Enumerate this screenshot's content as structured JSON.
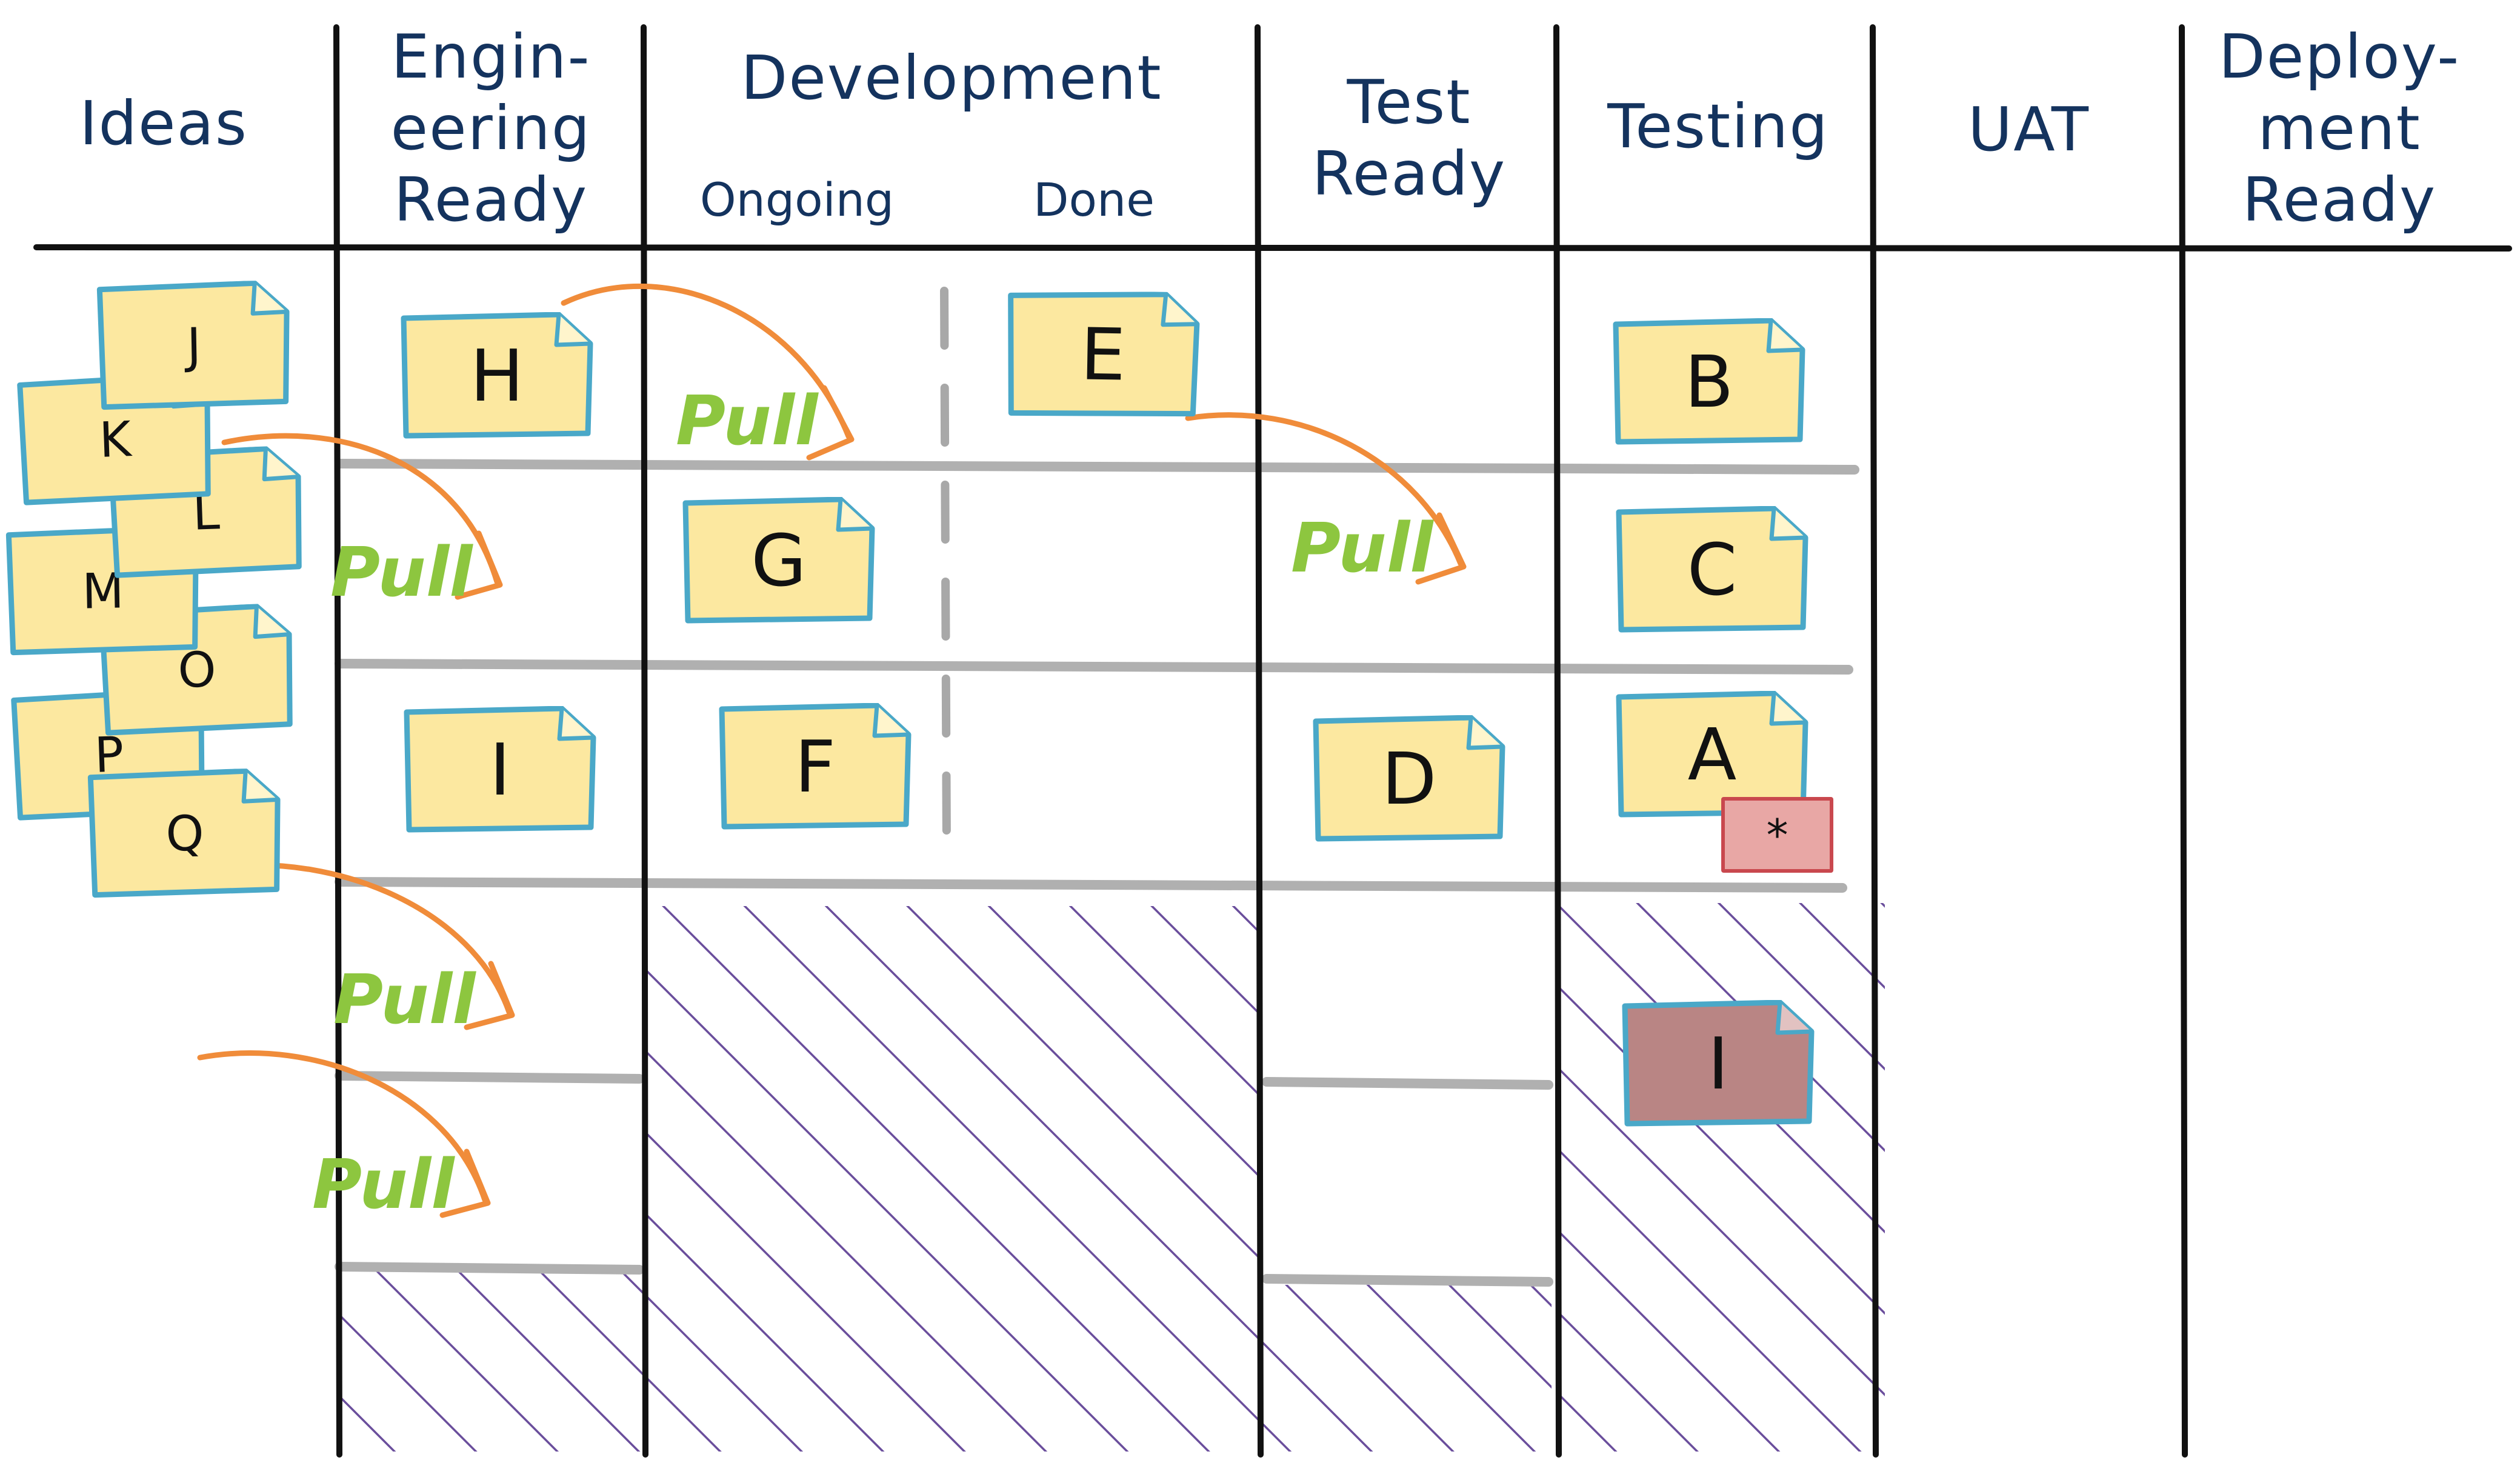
{
  "board": {
    "columns": {
      "ideas": "Ideas",
      "engineering_ready": "Engin-\neering\nReady",
      "development": "Development",
      "dev_ongoing": "Ongoing",
      "dev_done": "Done",
      "test_ready": "Test\nReady",
      "testing": "Testing",
      "uat": "UAT",
      "deployment_ready": "Deploy-\nment\nReady"
    },
    "pull_label": "Pull",
    "cards": {
      "ideas": [
        "J",
        "K",
        "L",
        "M",
        "O",
        "P",
        "Q"
      ],
      "engineering_ready": [
        "H",
        "I"
      ],
      "dev_ongoing": [
        "G",
        "F"
      ],
      "dev_done": [
        "E"
      ],
      "test_ready": [
        "D"
      ],
      "testing": [
        "B",
        "C",
        "A",
        "I"
      ]
    },
    "blocker_label": "*"
  },
  "colors": {
    "note_fill": "#fce8a0",
    "note_border": "#4aa8c8",
    "blocked_note_fill": "#b98584",
    "blocker_fill": "#e8a7a5",
    "blocker_border": "#c9484e",
    "header_text": "#14335e",
    "pull_text": "#8dc63f",
    "arrow": "#f08c3a",
    "hatch": "#6a4e9c",
    "row_line": "#b0b0b0",
    "grid_line": "#111111"
  }
}
